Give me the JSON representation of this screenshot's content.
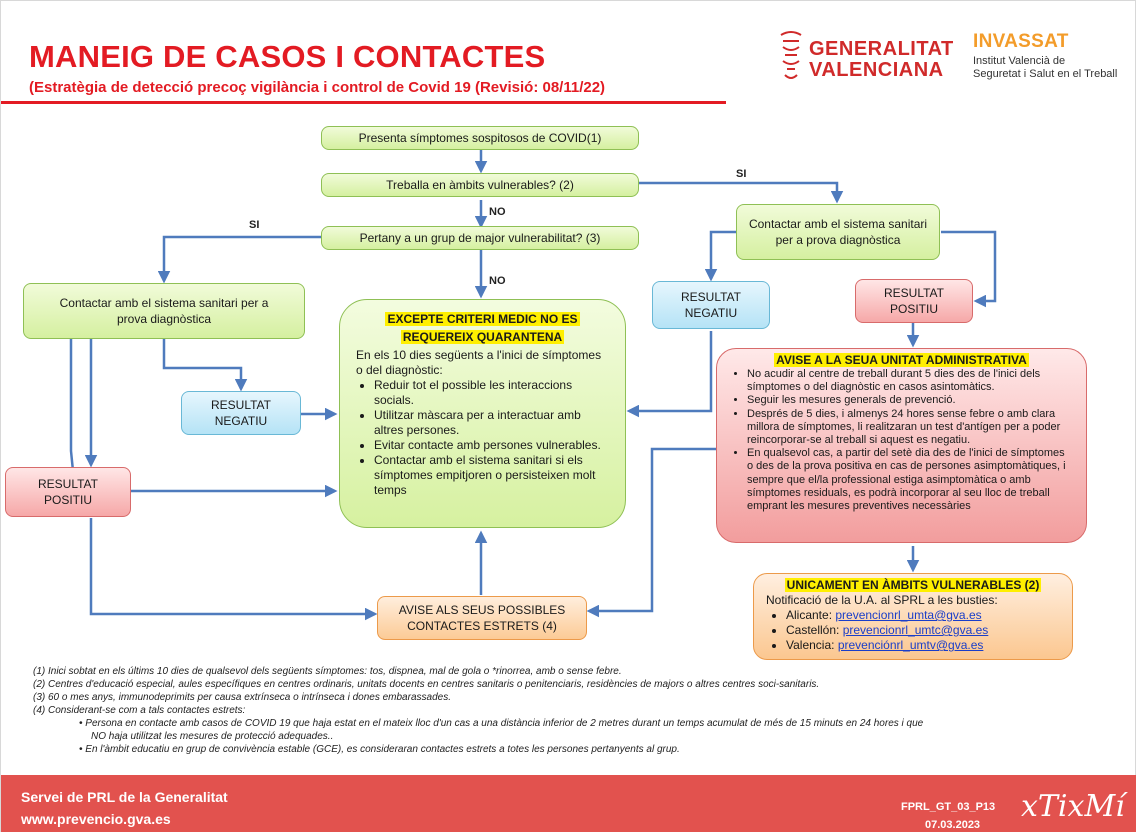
{
  "header": {
    "title": "MANEIG DE CASOS I CONTACTES",
    "subtitle": "(Estratègia de detecció precoç vigilància i control de Covid 19 (Revisió: 08/11/22)",
    "gv_line1": "GENERALITAT",
    "gv_line2": "VALENCIANA",
    "inv_title": "INVASSAT",
    "inv_line1": "Institut Valencià de",
    "inv_line2": "Seguretat i Salut en el Treball"
  },
  "flow": {
    "q1": "Presenta símptomes sospitosos de COVID(1)",
    "q2": "Treballa en àmbits vulnerables? (2)",
    "q3": "Pertany a un grup de major vulnerabilitat? (3)",
    "label_si_top": "SI",
    "label_si_left": "SI",
    "label_no_1": "NO",
    "label_no_2": "NO",
    "contact_left": "Contactar amb el sistema sanitari per a prova diagnòstica",
    "contact_right": "Contactar amb el sistema sanitari per a prova diagnòstica",
    "res_neg_left_1": "RESULTAT",
    "res_neg_left_2": "NEGATIU",
    "res_pos_left_1": "RESULTAT",
    "res_pos_left_2": "POSITIU",
    "res_neg_right_1": "RESULTAT",
    "res_neg_right_2": "NEGATIU",
    "res_pos_right_1": "RESULTAT",
    "res_pos_right_2": "POSITIU",
    "avise_contacts_1": "AVISE ALS SEUS POSSIBLES",
    "avise_contacts_2": "CONTACTES ESTRETS (4)"
  },
  "center": {
    "head1": "EXCEPTE CRITERI MEDIC NO ES",
    "head2": "REQUEREIX QUARANTENA",
    "intro": "En els 10 dies següents a l'inici de símptomes o del diagnòstic:",
    "items": [
      "Reduir tot el possible les interaccions socials.",
      "Utilitzar màscara per a interactuar amb altres persones.",
      "Evitar contacte amb persones vulnerables.",
      "Contactar amb el sistema sanitari si els símptomes empitjoren o persisteixen molt temps"
    ]
  },
  "avise_unit": {
    "head": "AVISE A LA SEUA UNITAT ADMINISTRATIVA",
    "items": [
      "No acudir al centre de treball durant 5 dies des de l'inici dels símptomes o del diagnòstic en casos asintomàtics.",
      "Seguir les mesures generals de prevenció.",
      "Després de 5 dies, i almenys 24 hores sense febre o amb clara millora de símptomes, li realitzaran un test d'antígen per a poder reincorporar-se al treball si aquest es negatiu.",
      "En qualsevol cas, a partir del setè dia des de l'inici de símptomes o des de la prova positiva en cas de persones asimptomàtiques, i sempre que el/la professional estiga asimptomàtica o amb símptomes residuals, es podrà incorporar al seu lloc de treball emprant les mesures preventives necessàries"
    ]
  },
  "unicament": {
    "head": "UNICAMENT EN ÀMBITS VULNERABLES (2)",
    "intro": "Notificació de la U.A. al SPRL a les busties:",
    "items": [
      {
        "city": "Alicante: ",
        "email": "prevencionrl_umta@gva.es"
      },
      {
        "city": "Castellón: ",
        "email": "prevencionrl_umtc@gva.es"
      },
      {
        "city": "Valencia: ",
        "email": "prevenciónrl_umtv@gva.es"
      }
    ]
  },
  "notes": {
    "n1": "(1)  Inici sobtat en els últims 10 dies de qualsevol dels següents símptomes: tos, dispnea, mal de gola o *rinorrea, amb o sense febre.",
    "n2": "(2)  Centres d'educació especial, aules específiques en centres ordinaris, unitats docents en centres sanitaris o penitenciaris, residències de majors o altres centres soci-sanitaris.",
    "n3": "(3)  60 o mes anys, immunodeprimits per causa extrínseca o intrínseca i dones embarassades.",
    "n4": "(4)  Considerant-se com a tals contactes estrets:",
    "n4a": "•  Persona en contacte amb casos de COVID 19 que haja estat en el mateix lloc d'un cas a una distància inferior de 2 metres durant un temps acumulat de més de 15 minuts en 24 hores i que",
    "n4a2": "NO haja utilitzat les mesures de protecció adequades..",
    "n4b": "•  En l'àmbit educatiu en grup de convivència estable (GCE), es consideraran contactes estrets a totes les persones pertanyents al grup."
  },
  "footer": {
    "line1": "Servei de PRL de la Generalitat",
    "line2": "www.prevencio.gva.es",
    "code": "FPRL_GT_03_P13",
    "date": "07.03.2023",
    "brand": "xTixMí"
  },
  "colors": {
    "accent_red": "#e31b23",
    "arrow_blue": "#4f7bbd",
    "footer_red": "#e2524e"
  }
}
